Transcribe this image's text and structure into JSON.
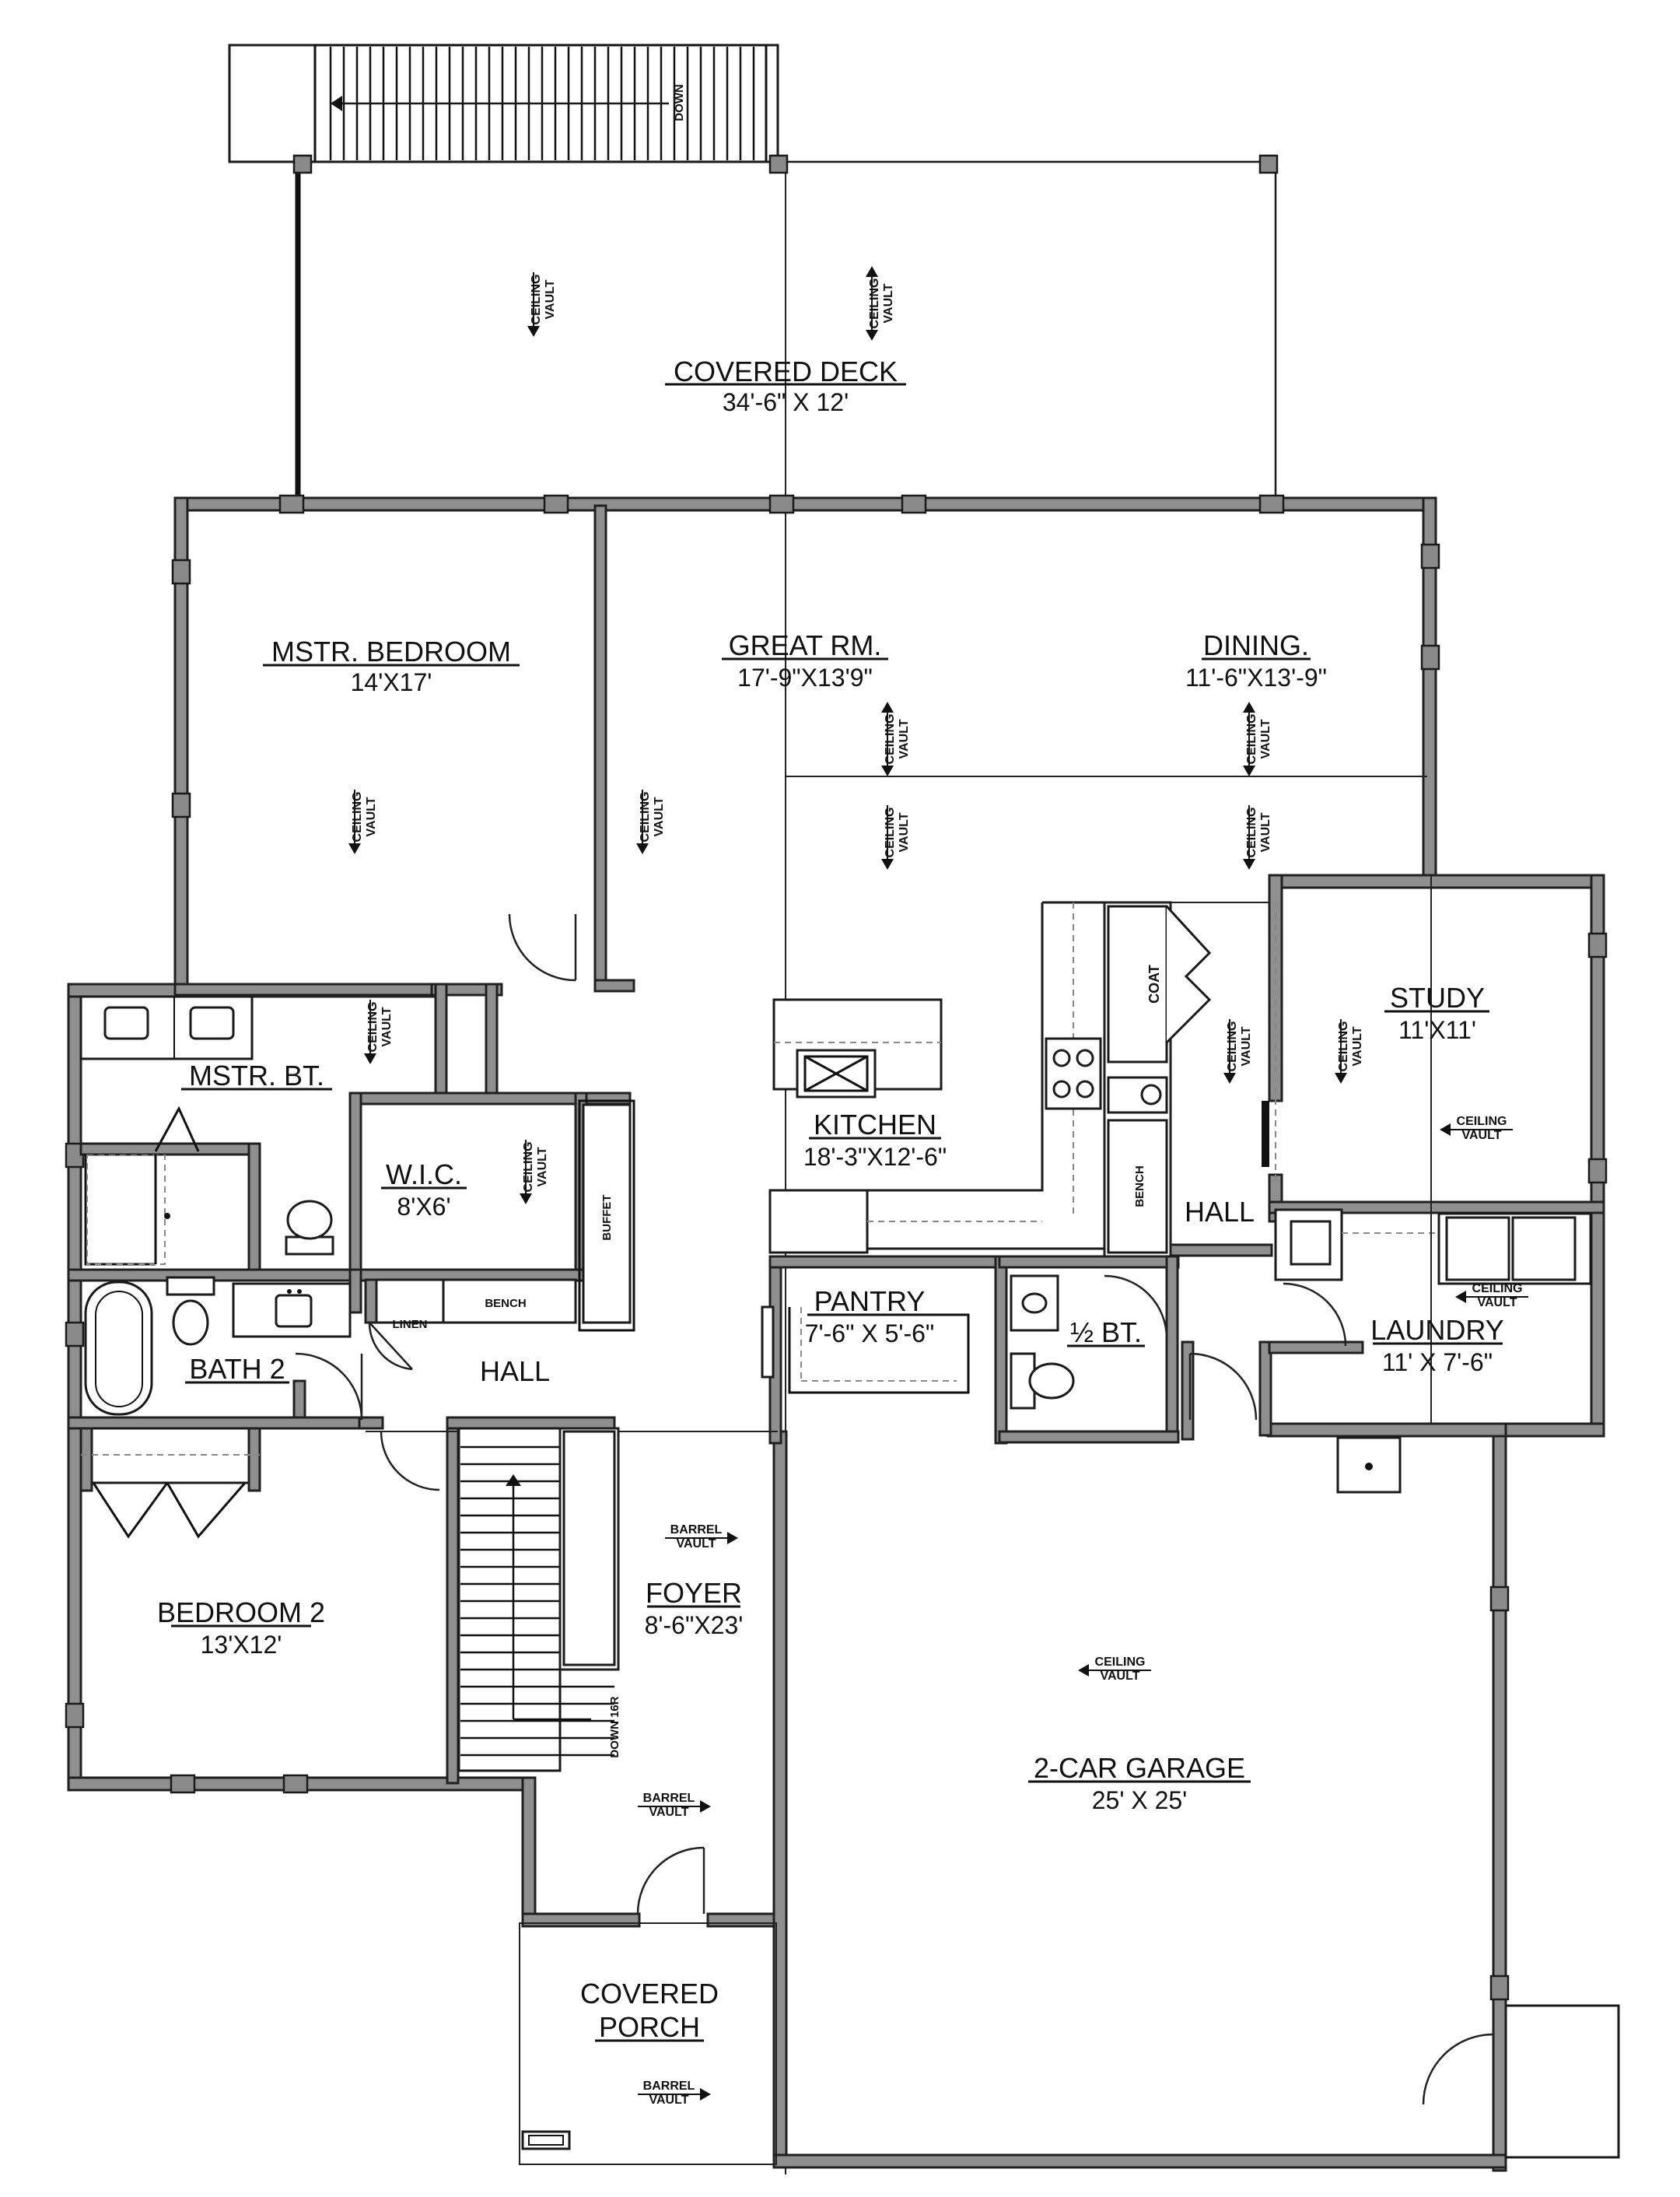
{
  "plan": {
    "rooms": {
      "covered_deck": {
        "name": "COVERED DECK",
        "dim": "34'-6\" X 12'"
      },
      "mstr_bedroom": {
        "name": "MSTR. BEDROOM",
        "dim": "14'X17'"
      },
      "great_rm": {
        "name": "GREAT RM.",
        "dim": "17'-9\"X13'9\""
      },
      "dining": {
        "name": "DINING.",
        "dim": "11'-6\"X13'-9\""
      },
      "study": {
        "name": "STUDY",
        "dim": "11'X11'"
      },
      "mstr_bt": {
        "name": "MSTR. BT."
      },
      "wic": {
        "name": "W.I.C.",
        "dim": "8'X6'"
      },
      "kitchen": {
        "name": "KITCHEN",
        "dim": "18'-3\"X12'-6\""
      },
      "pantry": {
        "name": "PANTRY",
        "dim": "7'-6\" X 5'-6\""
      },
      "half_bt": {
        "name": "½ BT."
      },
      "hall_kitchen": {
        "name": "HALL"
      },
      "laundry": {
        "name": "LAUNDRY",
        "dim": "11' X 7'-6\""
      },
      "bath2": {
        "name": "BATH 2"
      },
      "hall_main": {
        "name": "HALL"
      },
      "bedroom2": {
        "name": "BEDROOM 2",
        "dim": "13'X12'"
      },
      "foyer": {
        "name": "FOYER",
        "dim": "8'-6\"X23'"
      },
      "garage": {
        "name": "2-CAR GARAGE",
        "dim": "25' X 25'"
      },
      "covered_porch": {
        "name_line1": "COVERED",
        "name_line2": "PORCH"
      }
    },
    "labels": {
      "down_top": "DOWN",
      "down_stair": "DOWN 16R",
      "coat": "COAT",
      "bench_kitchen": "BENCH",
      "bench_hall": "BENCH",
      "buffet": "BUFFET",
      "linen": "LINEN"
    },
    "vaults": {
      "ceiling_line1": "CEILING",
      "ceiling_line2": "VAULT",
      "barrel_line1": "BARREL",
      "barrel_line2": "VAULT"
    }
  }
}
